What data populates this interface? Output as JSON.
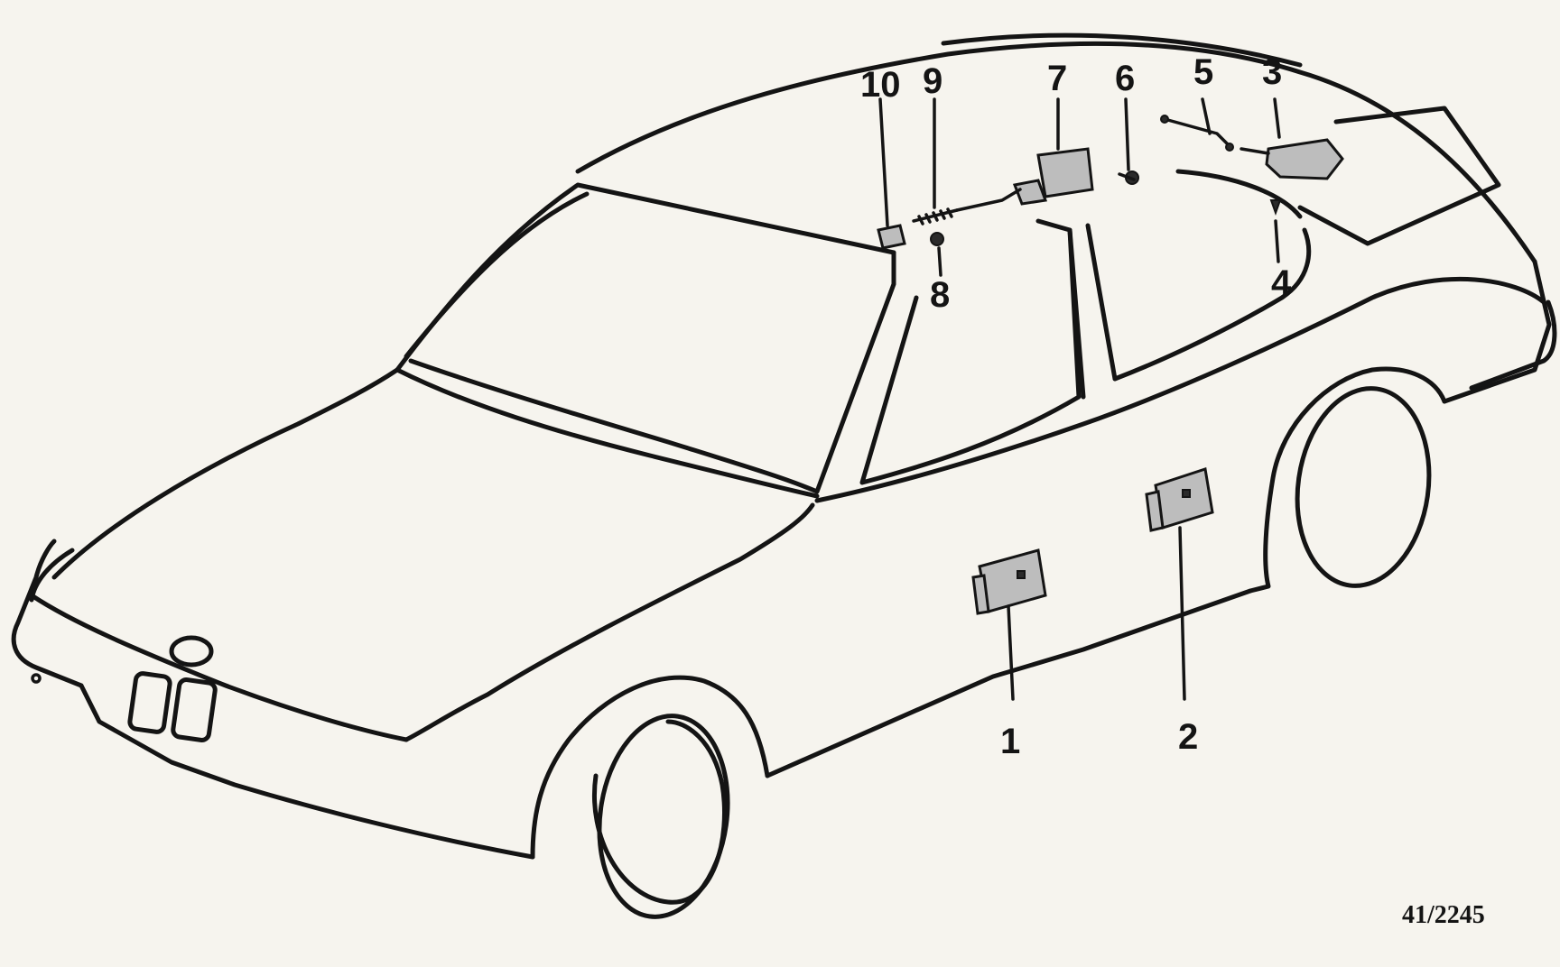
{
  "diagram": {
    "reference_code": "41/2245",
    "callouts": [
      {
        "id": "1",
        "label": "1"
      },
      {
        "id": "2",
        "label": "2"
      },
      {
        "id": "3",
        "label": "3"
      },
      {
        "id": "4",
        "label": "4"
      },
      {
        "id": "5",
        "label": "5"
      },
      {
        "id": "6",
        "label": "6"
      },
      {
        "id": "7",
        "label": "7"
      },
      {
        "id": "8",
        "label": "8"
      },
      {
        "id": "9",
        "label": "9"
      },
      {
        "id": "10",
        "label": "10"
      }
    ],
    "colors": {
      "ink": "#141414",
      "paper": "#f6f4ee",
      "part_fill": "#bdbdbd"
    }
  }
}
